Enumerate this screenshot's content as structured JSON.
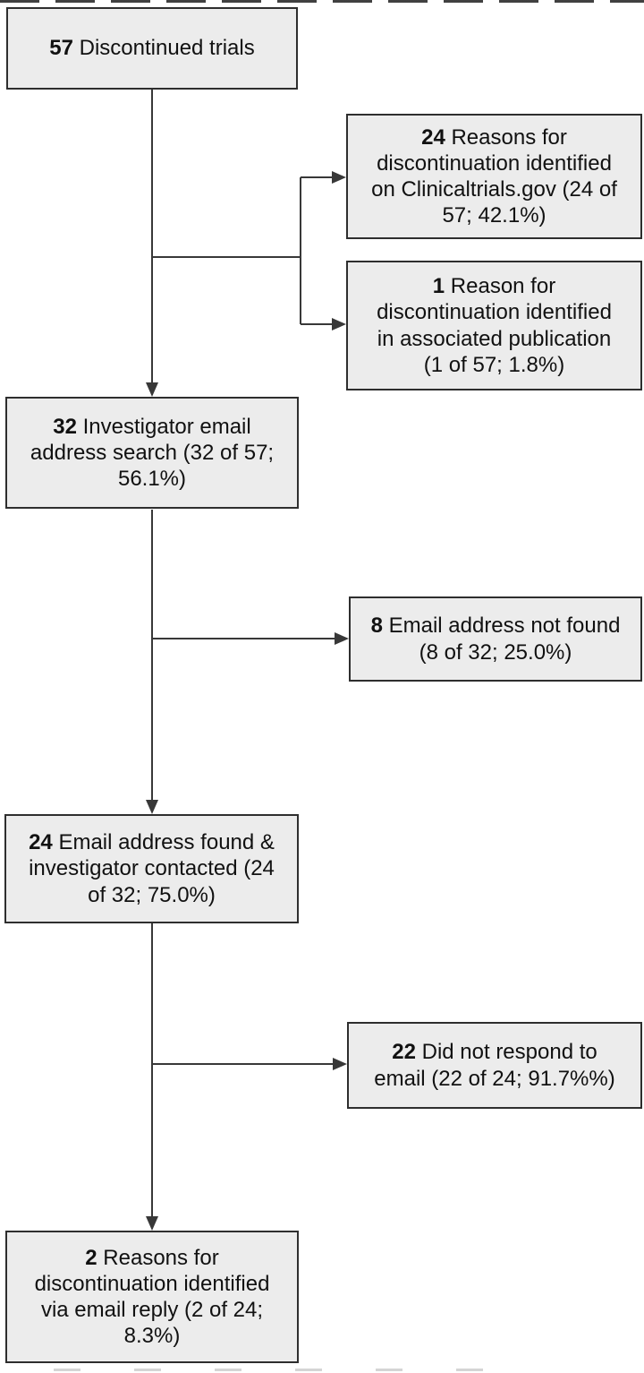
{
  "diagram": {
    "title": "Discontinued trials reason-identification flowchart",
    "colors": {
      "background": "#ffffff",
      "box_fill": "#ececec",
      "box_border": "#2e2e2e",
      "connector_line": "#383838",
      "text": "#111111"
    },
    "nodes": {
      "discontinued": {
        "number": "57",
        "text": " Discontinued trials"
      },
      "reasons_ctgov": {
        "number": "24",
        "text": " Reasons for\ndiscontinuation identified\non Clinicaltrials.gov (24 of\n57; 42.1%)"
      },
      "reason_publication": {
        "number": "1",
        "text": " Reason for\ndiscontinuation identified\nin associated publication\n(1 of 57; 1.8%)"
      },
      "email_search": {
        "number": "32",
        "text": " Investigator email\naddress search (32 of 57;\n56.1%)"
      },
      "email_not_found": {
        "number": "8",
        "text": " Email address not found\n(8 of 32; 25.0%)"
      },
      "email_found": {
        "number": "24",
        "text": " Email address found &\ninvestigator contacted (24\nof 32; 75.0%)"
      },
      "no_response": {
        "number": "22",
        "text": " Did not respond to\nemail (22 of 24; 91.7%%)"
      },
      "reasons_email_reply": {
        "number": "2",
        "text": " Reasons for\ndiscontinuation identified\nvia email reply (2 of 24;\n8.3%)"
      }
    }
  }
}
